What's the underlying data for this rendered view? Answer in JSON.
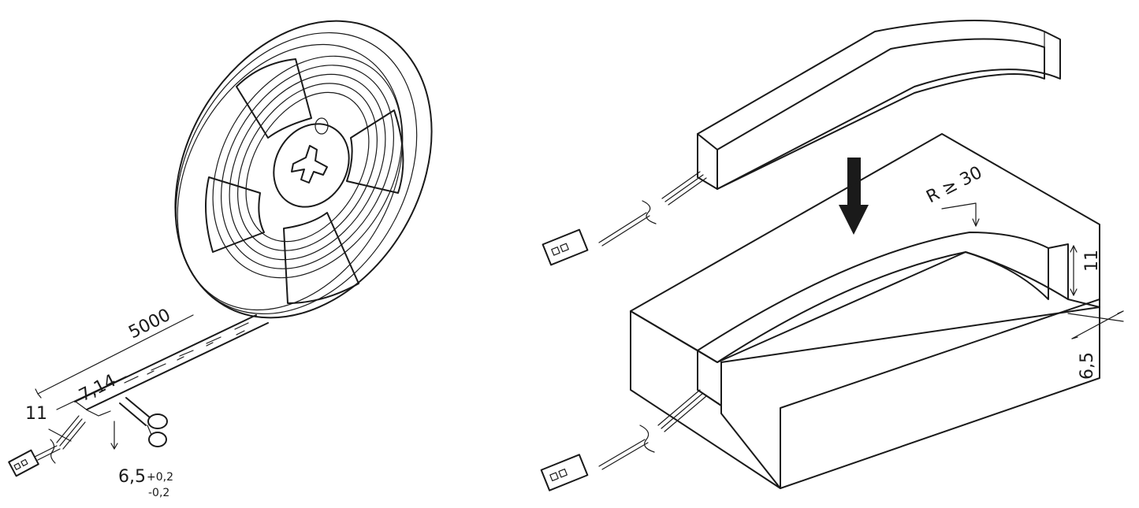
{
  "colors": {
    "line": "#1a1a1a",
    "profile_face": "#ebebeb",
    "profile_top": "#f3f3f3",
    "strip_fill": "#cfcfcf",
    "background": "#ffffff"
  },
  "left_figure": {
    "dim_length": "5000",
    "dim_segment": "7,14",
    "dim_small": "11",
    "dim_width": "6,5",
    "tol_plus": "+0,2",
    "tol_minus": "-0,2"
  },
  "right_figure": {
    "dim_radius": "R ≥ 30",
    "dim_height": "11",
    "dim_groove": "6,5"
  }
}
